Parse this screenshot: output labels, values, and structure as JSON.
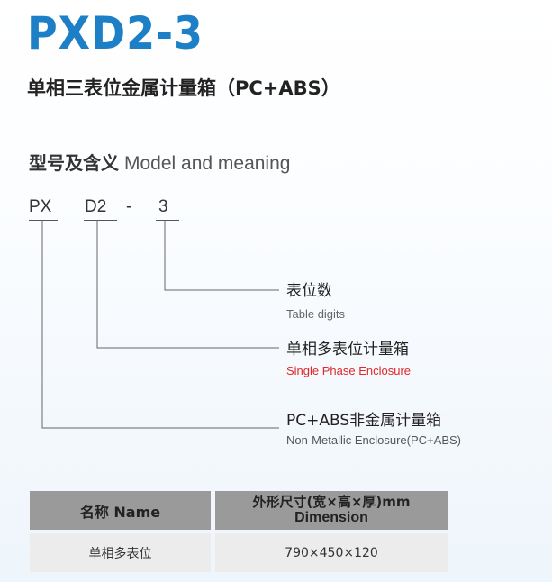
{
  "header": {
    "title": "PXD2-3",
    "subtitle": "单相三表位金属计量箱（PC+ABS）"
  },
  "model_section": {
    "heading_cn": "型号及含义",
    "heading_en": "Model and meaning",
    "code_parts": [
      "PX",
      "D2",
      "-",
      "3"
    ],
    "legend": [
      {
        "cn": "表位数",
        "en": "Table digits",
        "en_color": "#666666"
      },
      {
        "cn": "单相多表位计量箱",
        "en": "Single Phase Enclosure",
        "en_color": "#e0282b"
      },
      {
        "cn": "PC+ABS非金属计量箱",
        "en": "Non-Metallic Enclosure(PC+ABS)",
        "en_color": "#555555"
      }
    ]
  },
  "spec_table": {
    "headers": {
      "name": "名称 Name",
      "dimension_cn": "外形尺寸(宽×高×厚)mm",
      "dimension_en": "Dimension"
    },
    "rows": [
      {
        "name": "单相多表位",
        "dimension": "790×450×120"
      }
    ]
  }
}
